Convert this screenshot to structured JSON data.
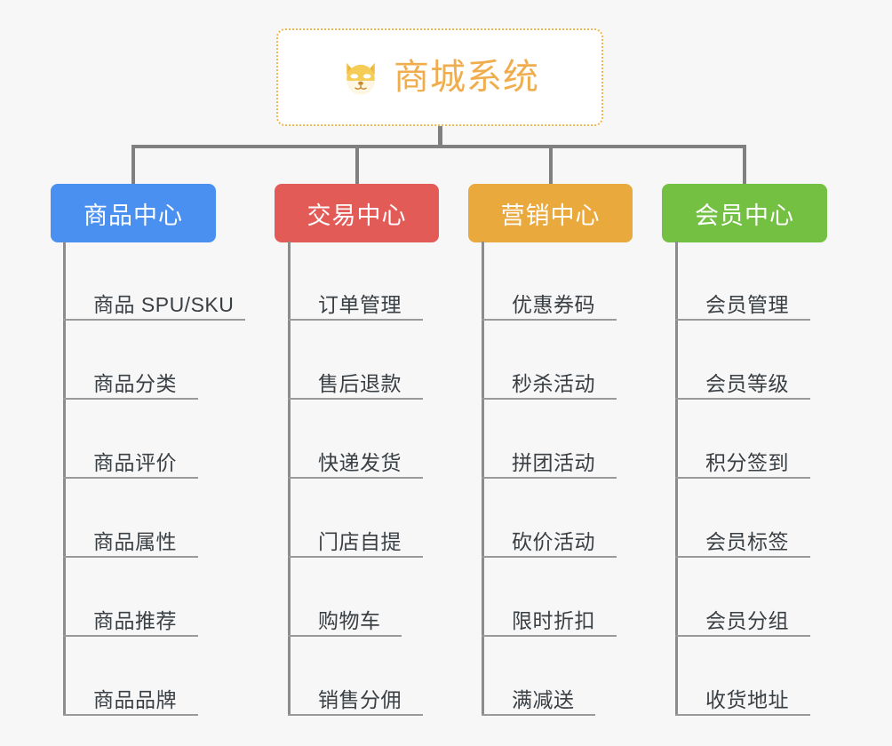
{
  "page": {
    "background_color": "#f7f7f7",
    "line_color": "#808080",
    "leaf_line_color": "#9a9a9a",
    "leaf_text_color": "#3a3f44"
  },
  "root": {
    "title": "商城系统",
    "icon": "dog-face-emoji",
    "border_color": "#f0b650",
    "text_color": "#f0ad4e",
    "background_color": "#ffffff"
  },
  "categories": [
    {
      "label": "商品中心",
      "color": "#4a90f0",
      "items": [
        "商品 SPU/SKU",
        "商品分类",
        "商品评价",
        "商品属性",
        "商品推荐",
        "商品品牌"
      ]
    },
    {
      "label": "交易中心",
      "color": "#e35b57",
      "items": [
        "订单管理",
        "售后退款",
        "快递发货",
        "门店自提",
        "购物车",
        "销售分佣"
      ]
    },
    {
      "label": "营销中心",
      "color": "#eaa93c",
      "items": [
        "优惠券码",
        "秒杀活动",
        "拼团活动",
        "砍价活动",
        "限时折扣",
        "满减送"
      ]
    },
    {
      "label": "会员中心",
      "color": "#74c043",
      "items": [
        "会员管理",
        "会员等级",
        "积分签到",
        "会员标签",
        "会员分组",
        "收货地址"
      ]
    }
  ]
}
